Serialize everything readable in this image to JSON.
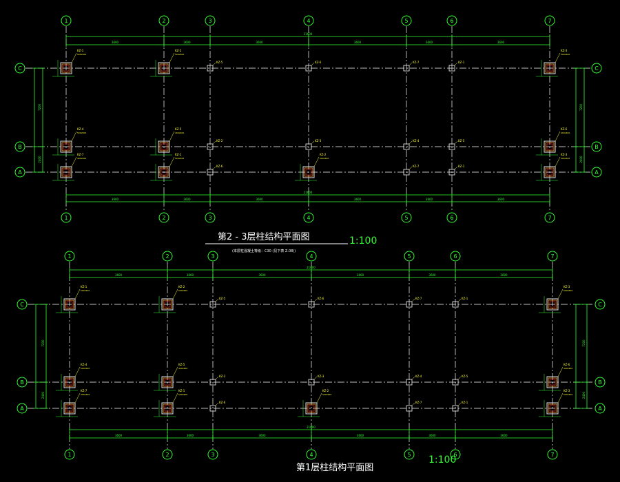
{
  "colors": {
    "background": "#000000",
    "axis_bubble": "#33ff33",
    "dimension": "#33ff33",
    "grid_line": "#ffffff",
    "column": "#e0e0e0",
    "column_detail": "#ff9933",
    "column_label": "#ffff33",
    "title": "#ffffff"
  },
  "plans": [
    {
      "title": "第2 - 3层柱结构平面图",
      "scale": "1:100",
      "subtitle": "(本层柱混凝土等级：C30 (见下表 Z.08))",
      "column_axes": [
        "1",
        "2",
        "3",
        "4",
        "5",
        "6",
        "7"
      ],
      "row_axes": [
        "C",
        "B",
        "A"
      ],
      "dimensions_top": [
        "3600",
        "3600",
        "3600",
        "3600",
        "3600",
        "3600"
      ],
      "dimensions_bottom": [
        "3600",
        "3600",
        "3600",
        "3600",
        "3600",
        "3600"
      ],
      "overall": "21600",
      "side_dimensions": [
        "7200",
        "2400"
      ],
      "column_tags": [
        {
          "tag": "KZ-1",
          "note": "500x500"
        },
        {
          "tag": "KZ-2",
          "note": "500x500"
        },
        {
          "tag": "KZ-3",
          "note": "500x500"
        },
        {
          "tag": "KZ-4",
          "note": "500x500"
        },
        {
          "tag": "KZ-5",
          "note": "400x400"
        },
        {
          "tag": "KZ-6",
          "note": "400x400"
        },
        {
          "tag": "KZ-7",
          "note": "400x400"
        }
      ]
    },
    {
      "title": "第1层柱结构平面图",
      "scale": "1:100",
      "subtitle": "",
      "column_axes": [
        "1",
        "2",
        "3",
        "4",
        "5",
        "6",
        "7"
      ],
      "row_axes": [
        "C",
        "B",
        "A"
      ],
      "dimensions_top": [
        "3600",
        "3600",
        "3600",
        "3600",
        "3600",
        "3600"
      ],
      "dimensions_bottom": [
        "3600",
        "3600",
        "3600",
        "3600",
        "3600",
        "3600"
      ],
      "overall": "21600",
      "side_dimensions": [
        "7200",
        "2400"
      ],
      "column_tags": [
        {
          "tag": "KZ-1",
          "note": "500x500"
        },
        {
          "tag": "KZ-2",
          "note": "500x500"
        },
        {
          "tag": "KZ-3",
          "note": "500x500"
        },
        {
          "tag": "KZ-4",
          "note": "500x500"
        },
        {
          "tag": "KZ-5",
          "note": "400x400"
        },
        {
          "tag": "KZ-6",
          "note": "400x400"
        },
        {
          "tag": "KZ-7",
          "note": "400x400"
        }
      ]
    }
  ]
}
